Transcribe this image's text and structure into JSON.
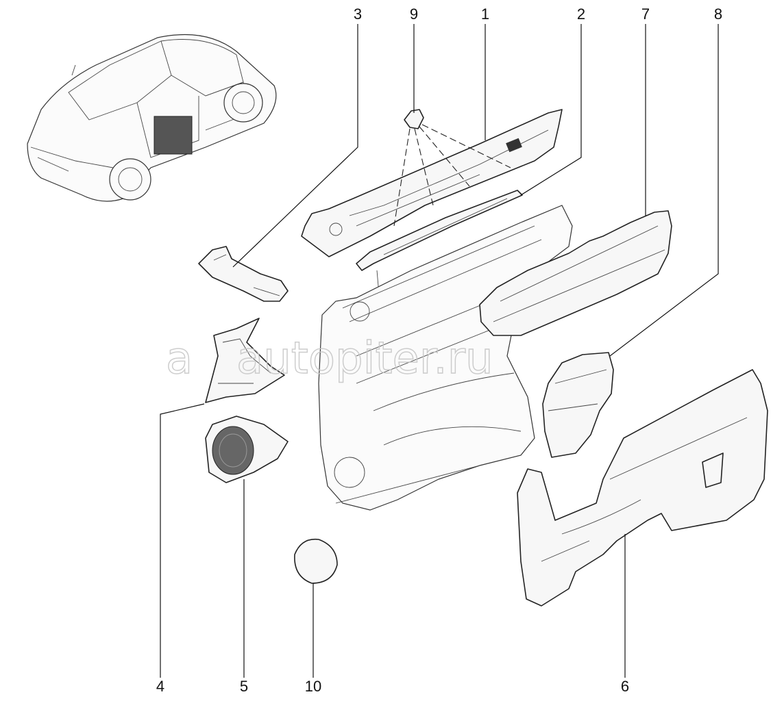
{
  "diagram": {
    "callouts": [
      {
        "id": "c3",
        "text": "3"
      },
      {
        "id": "c9",
        "text": "9"
      },
      {
        "id": "c1",
        "text": "1"
      },
      {
        "id": "c2",
        "text": "2"
      },
      {
        "id": "c7",
        "text": "7"
      },
      {
        "id": "c8",
        "text": "8"
      },
      {
        "id": "c4",
        "text": "4"
      },
      {
        "id": "c5",
        "text": "5"
      },
      {
        "id": "c10",
        "text": "10"
      },
      {
        "id": "c6",
        "text": "6"
      }
    ],
    "watermark": "autopiter.ru",
    "watermark_prefix": "a"
  }
}
